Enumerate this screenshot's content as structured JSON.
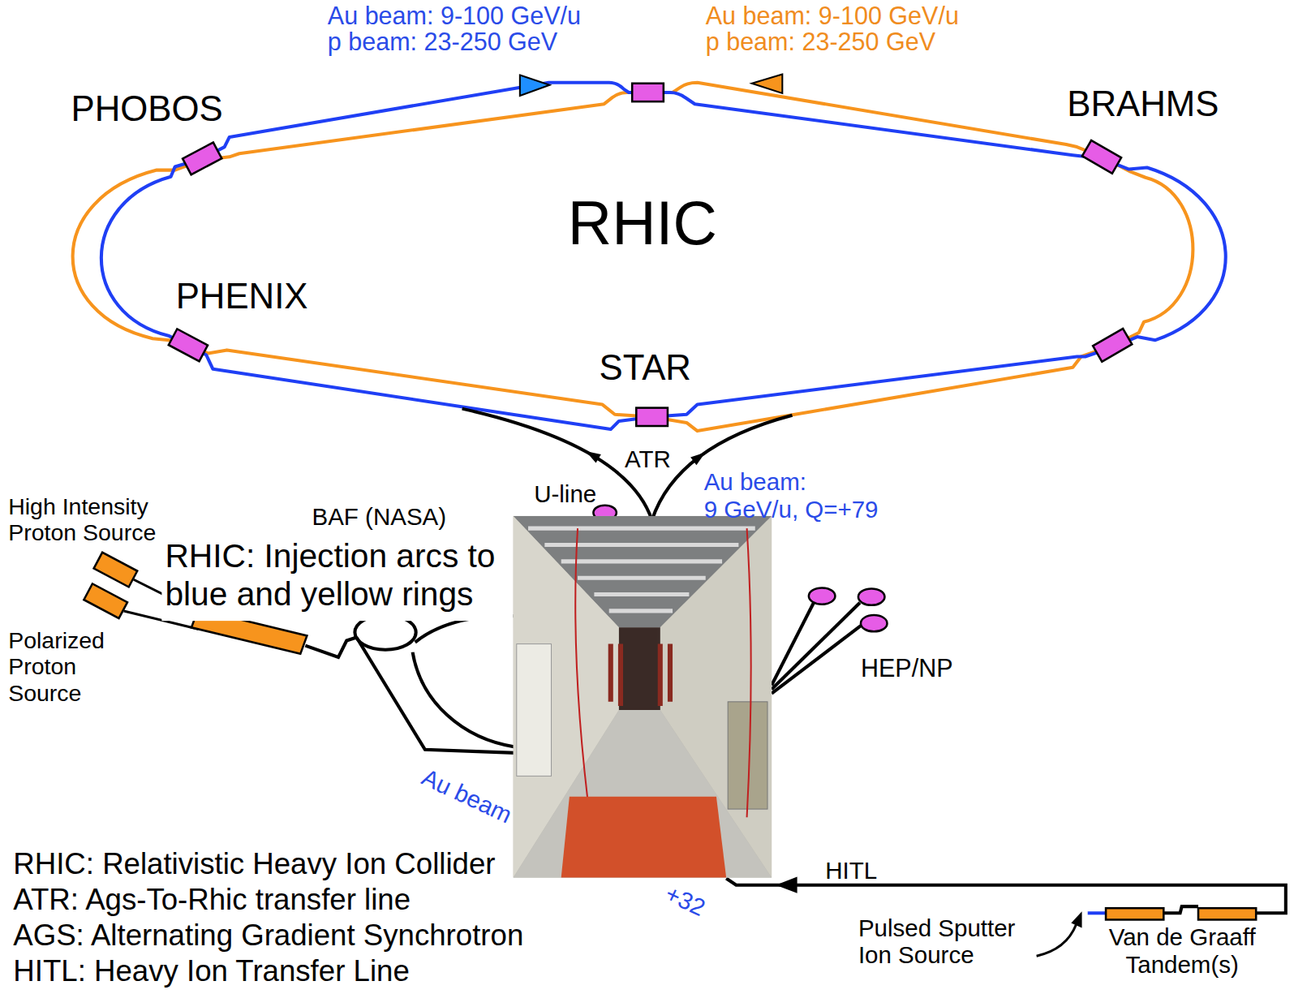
{
  "diagram": {
    "nodes": [
      {
        "text": [
          "PHOBOS"
        ]
      },
      {
        "text": [
          "BRAHMS"
        ]
      },
      {
        "text": [
          "PHENIX"
        ]
      },
      {
        "text": [
          "STAR"
        ]
      },
      {
        "text": [
          "High Intensity Proton Source"
        ]
      },
      {
        "text": [
          "Polarized Proton Source"
        ]
      },
      {
        "text": [
          "Van de Graaff Tandem(s)"
        ]
      }
    ],
    "labels": [
      "Au beam: 9-100 GeV/u",
      "p beam: 23-250 GeV",
      "Au beam: 9-100 GeV/u",
      "p beam: 23-250 GeV",
      "RHIC",
      "ATR",
      "U-line",
      "Au beam:",
      "9 GeV/u, Q=+79",
      "BAF (NASA)",
      "RHIC: Injection arcs to blue and yellow rings",
      "HEP/NP",
      "Au beam",
      "+32",
      "HITL",
      "Pulsed Sputter Ion Source",
      "RHIC: Relativistic Heavy Ion Collider",
      "ATR: Ags-To-Rhic transfer line",
      "AGS: Alternating Gradient Synchrotron",
      "HITL: Heavy Ion Transfer Line"
    ]
  }
}
